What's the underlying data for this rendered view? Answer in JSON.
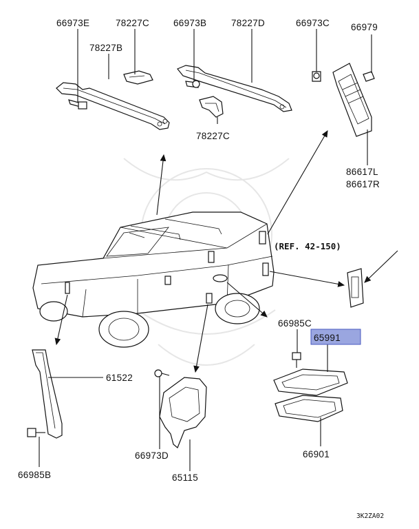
{
  "labels": {
    "p66973E": "66973E",
    "p78227C_top": "78227C",
    "p78227B": "78227B",
    "p66973B": "66973B",
    "p78227D": "78227D",
    "p66973C_top": "66973C",
    "p66979": "66979",
    "p78227C_mid": "78227C",
    "p86617L": "86617L",
    "p86617R": "86617R",
    "ref": "(REF. 42-150)",
    "p66985C": "66985C",
    "p65991": "65991",
    "p61522": "61522",
    "p66973D": "66973D",
    "p66901": "66901",
    "p66985B": "66985B",
    "p65115": "65115"
  },
  "highlight_color": "#9aa6e0",
  "diagram_code": "3K2ZA02"
}
